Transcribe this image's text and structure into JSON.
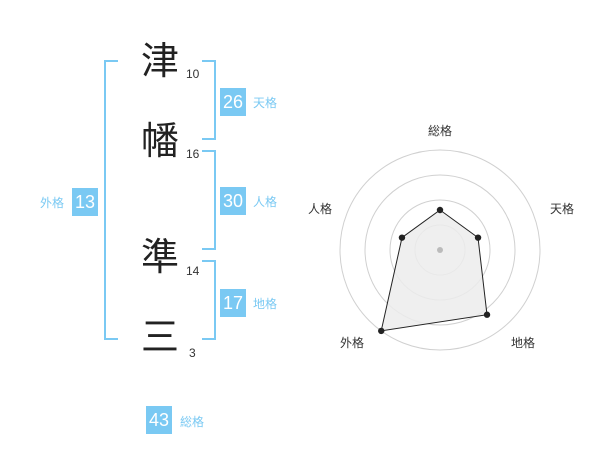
{
  "name_chars": [
    {
      "char": "津",
      "strokes": "10"
    },
    {
      "char": "幡",
      "strokes": "16"
    },
    {
      "char": "準",
      "strokes": "14"
    },
    {
      "char": "三",
      "strokes": "3"
    }
  ],
  "fortunes": {
    "tenkaku": {
      "value": "26",
      "label": "天格"
    },
    "jinkaku": {
      "value": "30",
      "label": "人格"
    },
    "chikaku": {
      "value": "17",
      "label": "地格"
    },
    "gaikaku": {
      "value": "13",
      "label": "外格"
    },
    "soukaku": {
      "value": "43",
      "label": "総格"
    }
  },
  "colors": {
    "accent": "#7ac9f3",
    "bracket": "#7ac9f3",
    "text": "#222222",
    "radar_fill": "#ececec",
    "radar_ring": "#d0d0d0"
  },
  "chart_data": {
    "type": "radar",
    "axes": [
      "総格",
      "天格",
      "地格",
      "外格",
      "人格"
    ],
    "values": [
      2,
      2,
      4,
      5,
      2
    ],
    "rmax": 5,
    "rings": 4
  }
}
